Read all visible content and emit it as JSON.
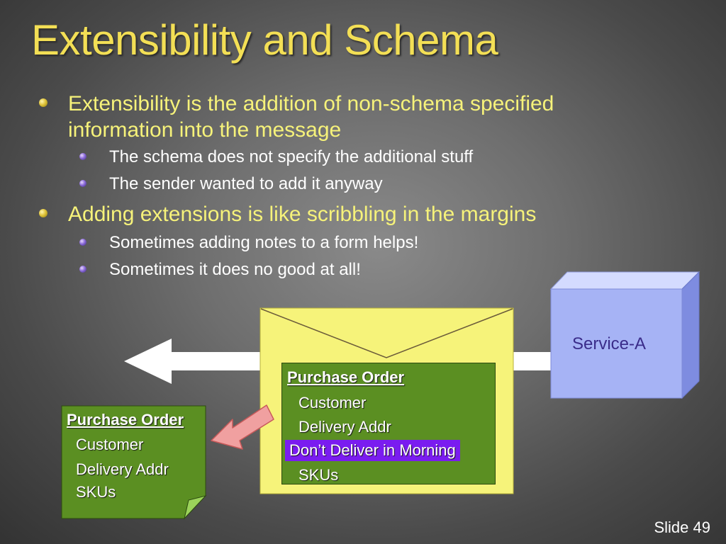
{
  "title": "Extensibility and Schema",
  "bullets": [
    {
      "text": "Extensibility is the addition of non-schema specified information into the message",
      "sub": [
        "The schema does not specify the additional stuff",
        "The sender wanted to add it anyway"
      ]
    },
    {
      "text": "Adding extensions is like scribbling in the margins",
      "sub": [
        "Sometimes adding notes to a form helps!",
        "Sometimes it does no good at all!"
      ]
    }
  ],
  "service": {
    "label": "Service-A"
  },
  "envelope_form": {
    "heading": "Purchase Order",
    "lines": [
      "Customer",
      "Delivery Addr",
      "SKUs"
    ],
    "extension": "Don’t Deliver in Morning"
  },
  "received_form": {
    "heading": "Purchase Order",
    "lines": [
      "Customer",
      "Delivery Addr",
      "SKUs"
    ]
  },
  "slide_number": "Slide 49",
  "colors": {
    "title": "#f3df55",
    "envelope": "#f6f37a",
    "form": "#5b8f22",
    "highlight": "#7a1cf0",
    "service_box": "#a6b3f5",
    "arrow": "#ffffff",
    "note_arrow": "#f0a0a0"
  }
}
